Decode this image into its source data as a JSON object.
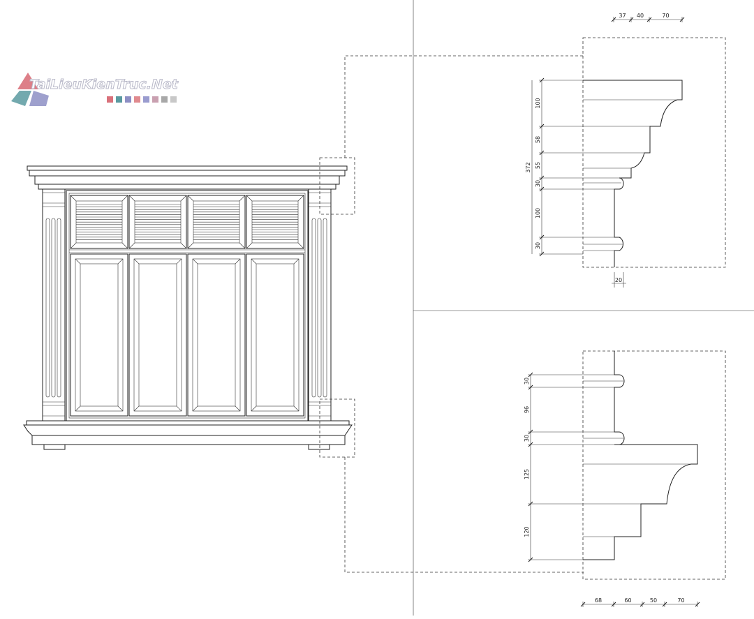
{
  "logo": {
    "text": "TaiLieuKienTruc.Net",
    "colors": [
      "#d9717b",
      "#5a9aa0",
      "#8d8fc4",
      "#e08a8f",
      "#9a9ccf",
      "#c9a0b0",
      "#a8a8a8",
      "#c8c8c8"
    ]
  },
  "top_detail": {
    "top_dims": [
      "37",
      "40",
      "70"
    ],
    "left_dims": [
      "100",
      "58",
      "55",
      "30",
      "100",
      "30"
    ],
    "total_dim": "372",
    "bottom_dim": "20"
  },
  "bottom_detail": {
    "left_dims": [
      "30",
      "96",
      "30",
      "125",
      "120"
    ],
    "bottom_dims": [
      "68",
      "60",
      "50",
      "70"
    ]
  }
}
